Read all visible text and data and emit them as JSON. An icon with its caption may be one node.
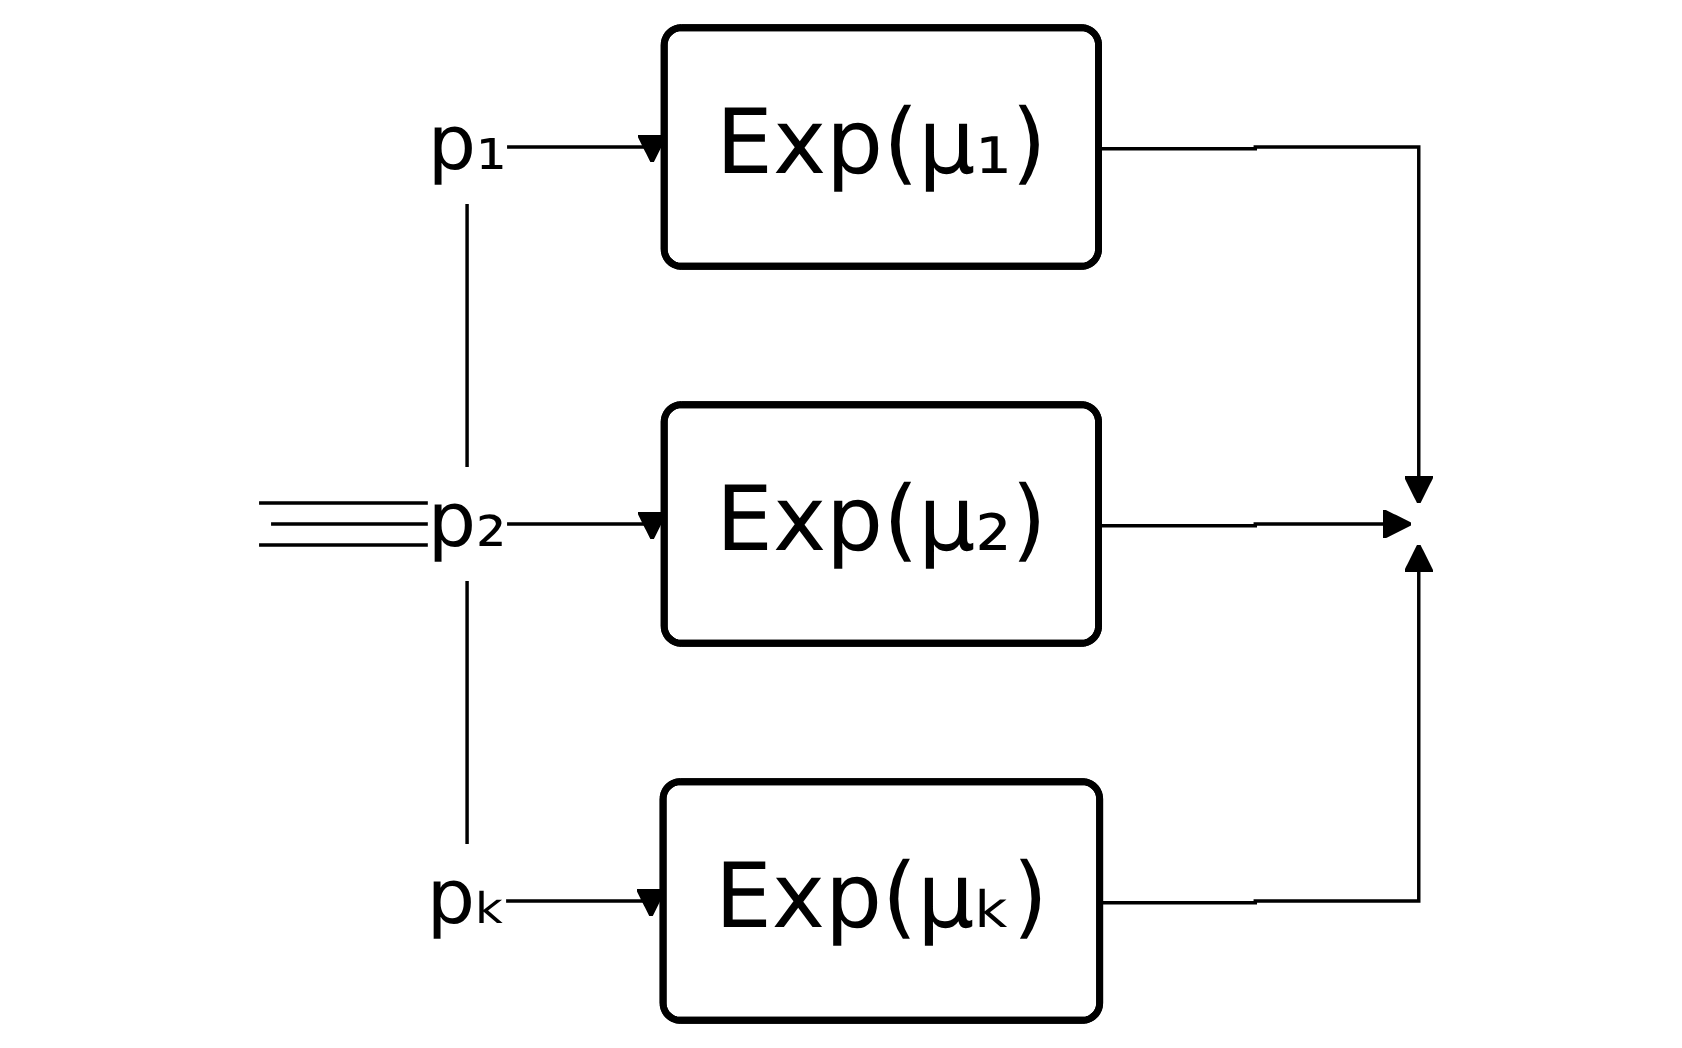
{
  "diagram": {
    "nodes": [
      {
        "text": [
          "Exp(μ₁)"
        ]
      },
      {
        "text": [
          "Exp(μ₂)"
        ]
      },
      {
        "text": [
          "Exp(μₖ)"
        ]
      }
    ],
    "edges": [
      {
        "from": null,
        "to": 0,
        "arrow": "to",
        "label": "p₁"
      },
      {
        "from": null,
        "to": 1,
        "arrow": "to",
        "label": "p₂"
      },
      {
        "from": null,
        "to": 2,
        "arrow": "to",
        "label": "pₖ"
      },
      {
        "from": 0,
        "to": null,
        "arrow": "to"
      },
      {
        "from": 1,
        "to": null,
        "arrow": "to"
      },
      {
        "from": 2,
        "to": null,
        "arrow": "to"
      }
    ]
  }
}
